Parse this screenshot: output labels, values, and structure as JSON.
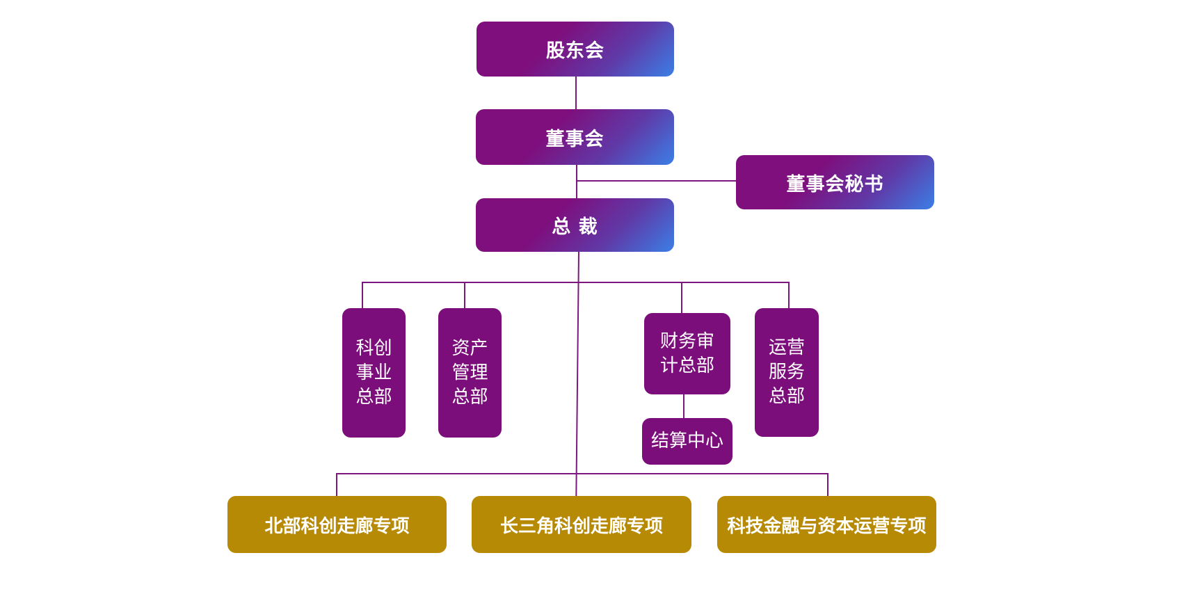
{
  "chart": {
    "title": "",
    "nodes": {
      "shareholders": "股东会",
      "board": "董事会",
      "board_secretary": "董事会秘书",
      "president": "总 裁",
      "innovation_hq": "科创事业总部",
      "asset_mgmt_hq": "资产管理总部",
      "finance_audit_hq": "财务审计总部",
      "settlement_center": "结算中心",
      "operations_hq": "运营服务总部",
      "north_corridor": "北部科创走廊专项",
      "yrd_corridor": "长三角科创走廊专项",
      "fintech_capital": "科技金融与资本运营专项"
    },
    "colors": {
      "gradient_start": "#7e0f7d",
      "gradient_end": "#3b7fe6",
      "department": "#7c0e7c",
      "project": "#b78a05",
      "connector": "#7e1680"
    }
  }
}
